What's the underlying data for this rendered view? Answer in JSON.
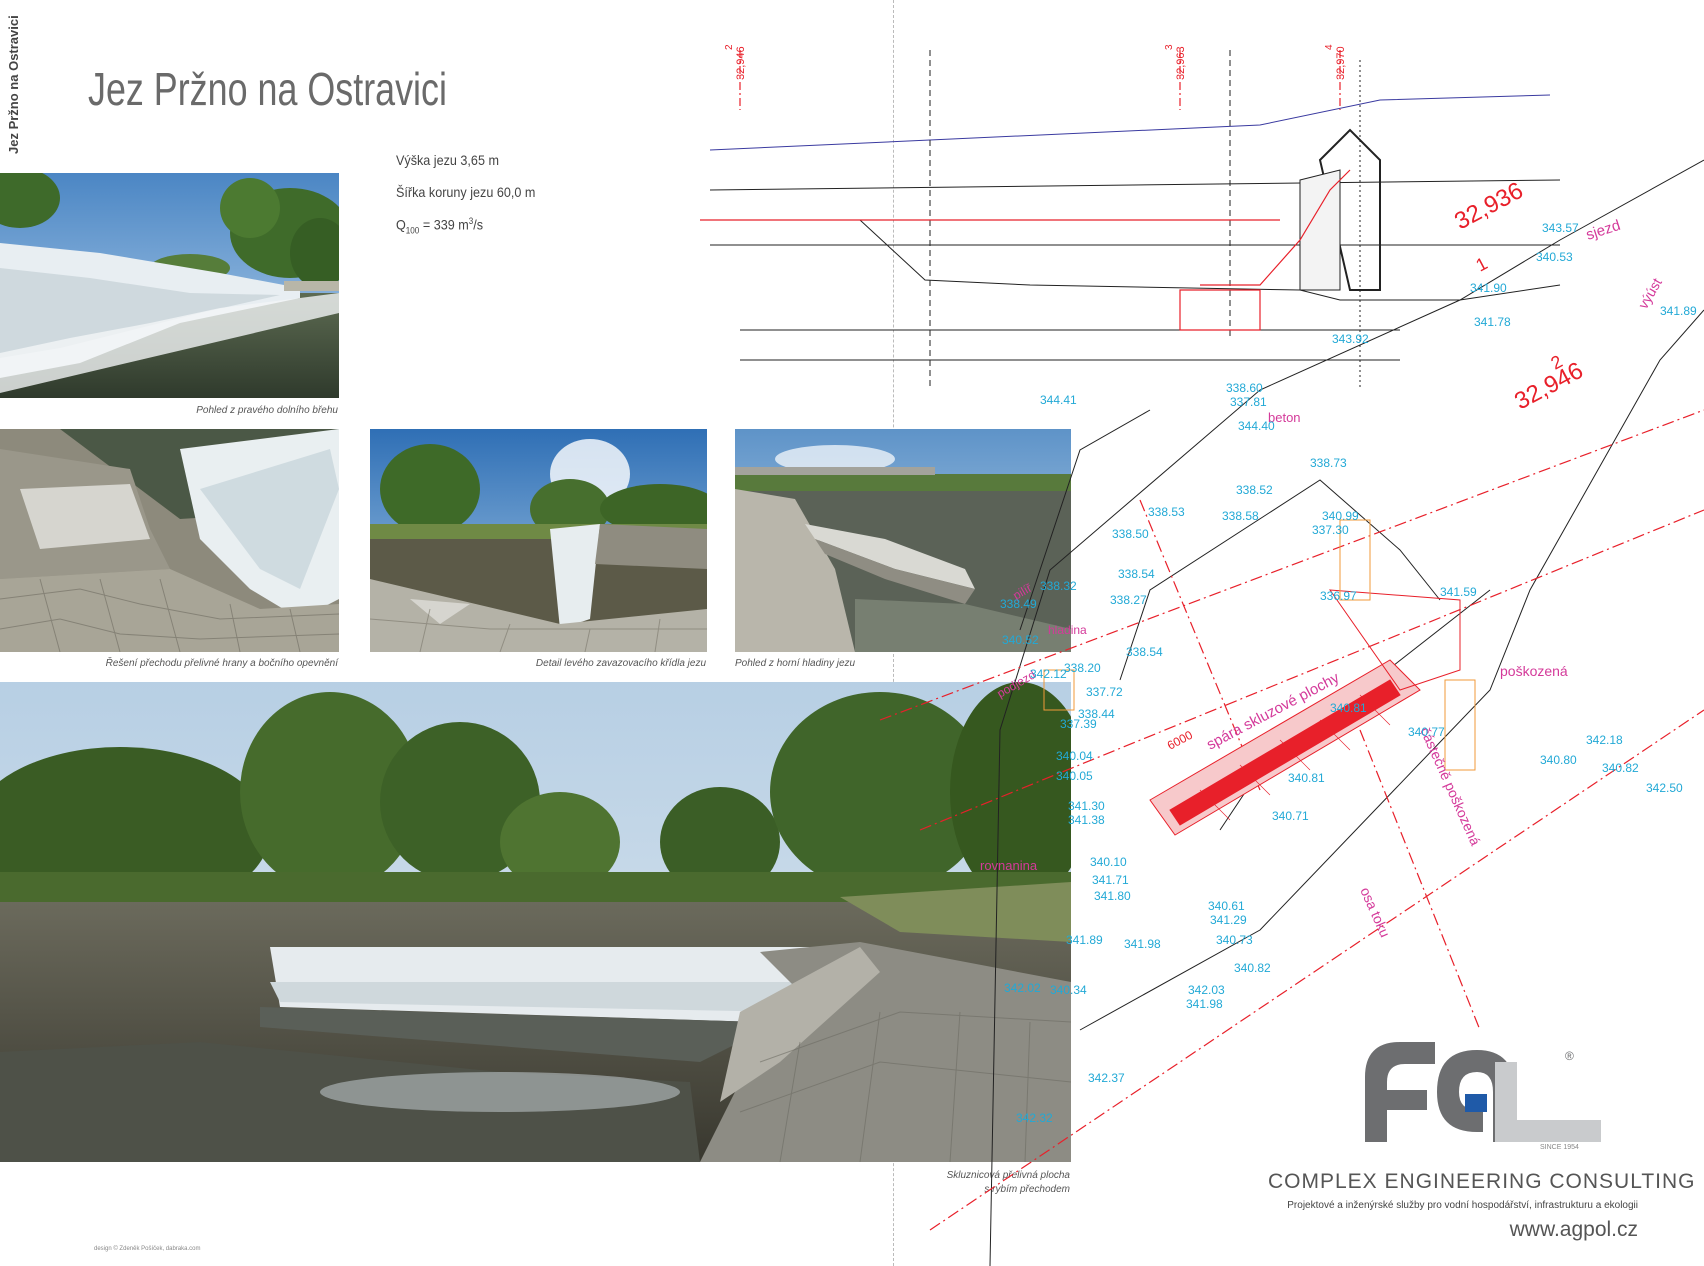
{
  "page": {
    "side_label": "Jez Pržno na Ostravici",
    "title": "Jez Pržno na Ostravici"
  },
  "specs": {
    "height": "Výška jezu 3,65 m",
    "width": "Šířka koruny jezu 60,0 m",
    "q_prefix": "Q",
    "q_sub": "100",
    "q_value": " = 339 m",
    "q_sup": "3",
    "q_unit": "/s"
  },
  "photos": [
    {
      "caption": "Pohled z pravého dolního břehu"
    },
    {
      "caption": "Řešení přechodu přelivné hrany a bočního opevnění"
    },
    {
      "caption": "Detail levého zavazovacího křídla jezu"
    },
    {
      "caption": "Pohled z horní hladiny jezu"
    },
    {
      "caption_line1": "Skluznicová přelivná plocha",
      "caption_line2": "s rybím přechodem"
    }
  ],
  "drawing": {
    "chainage_left": "2",
    "chainage_left_val": "32,946",
    "chainage_mid": "3",
    "chainage_mid_val": "32,963",
    "chainage_right": "4",
    "chainage_right_val": "32,970",
    "plan_chain_1": "1",
    "plan_chain_1_val": "32,936",
    "plan_chain_2": "2",
    "plan_chain_2_val": "32,946",
    "label_sjezd": "sjezd",
    "label_vyust": "výúst",
    "label_beton": "beton",
    "label_pilir": "pilíř",
    "label_hladina": "hladina",
    "label_podezd": "podjezd",
    "label_sparasklz": "spára skluzové plochy",
    "label_castecne": "částečně poškozená",
    "label_poskozena": "poškozená",
    "label_osa_toku": "osa toku",
    "label_rovnanina": "rovnanina",
    "dim_6000": "6000",
    "elev_1": "343.57",
    "elev_2": "340.53",
    "elev_3": "341.90",
    "elev_4": "341.78",
    "elev_5": "341.89",
    "elev_6": "343.92",
    "elev_7": "338.60",
    "elev_8": "337.81",
    "elev_9": "344.41",
    "elev_10": "344.40",
    "elev_11": "338.73",
    "elev_12": "338.52",
    "elev_13": "338.53",
    "elev_14": "338.58",
    "elev_15": "338.50",
    "elev_16": "338.54",
    "elev_17": "338.27",
    "elev_18": "338.54",
    "elev_19": "338.20",
    "elev_20": "337.72",
    "elev_21": "338.44",
    "elev_22": "337.39",
    "elev_23": "340.04",
    "elev_24": "340.05",
    "elev_25": "341.30",
    "elev_26": "341.38",
    "elev_27": "340.10",
    "elev_28": "341.71",
    "elev_29": "341.80",
    "elev_30": "340.71",
    "elev_31": "340.81",
    "elev_32": "340.77",
    "elev_33": "340.81",
    "elev_34": "340.61",
    "elev_35": "341.29",
    "elev_36": "340.73",
    "elev_37": "340.82",
    "elev_38": "341.89",
    "elev_39": "341.98",
    "elev_40": "342.03",
    "elev_41": "341.98",
    "elev_42": "342.37",
    "elev_43": "342.32",
    "elev_44": "342.02",
    "elev_45": "340.34",
    "elev_46": "342.12",
    "elev_47": "338.49",
    "elev_48": "340.52",
    "elev_49": "340.99",
    "elev_50": "341.59",
    "elev_51": "340.80",
    "elev_52": "342.18",
    "elev_53": "342.50",
    "elev_54": "340.82",
    "elev_55": "337.30",
    "elev_56": "338.32",
    "elev_57": "336.97"
  },
  "branding": {
    "registered": "®",
    "since": "SINCE 1954",
    "company": "COMPLEX ENGINEERING CONSULTING",
    "tagline": "Projektové a inženýrské služby pro vodní hospodářství, infrastrukturu a ekologii",
    "website": "www.agpol.cz",
    "credit": "design © Zdeněk Pošíček, dabraka.com"
  },
  "colors": {
    "red": "#e8202a",
    "cyan": "#22a9d6",
    "magenta": "#d43a9a",
    "orange": "#f09a3a",
    "logo_gray": "#6d6e70",
    "logo_light": "#c9cbcd",
    "logo_blue": "#1f5aa8"
  }
}
